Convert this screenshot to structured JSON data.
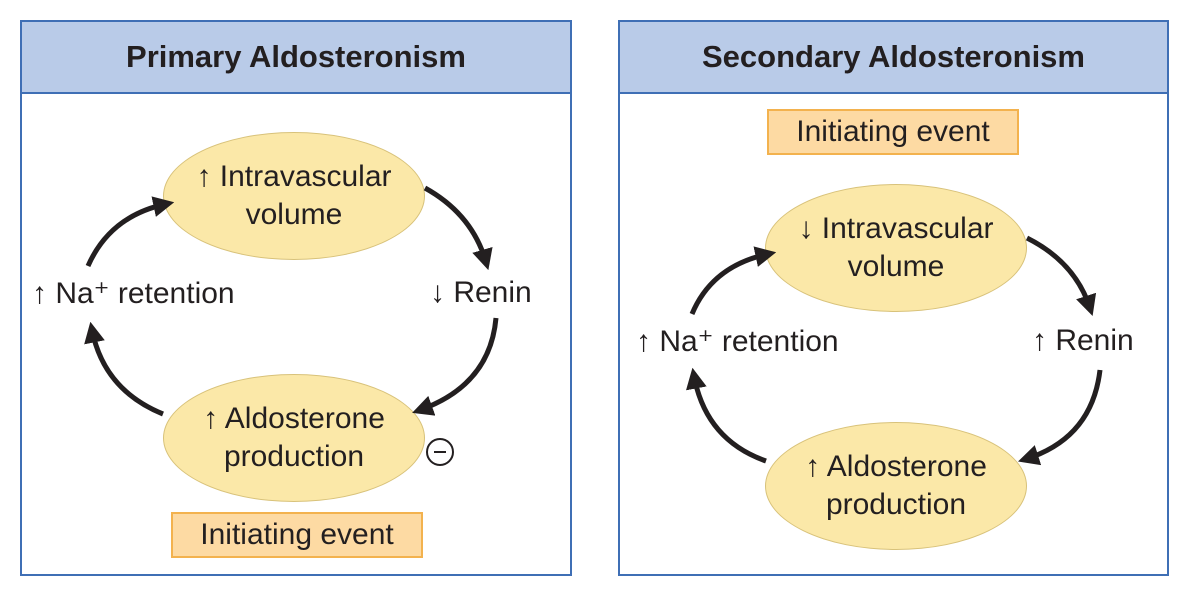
{
  "primary": {
    "title": "Primary Aldosteronism",
    "top_ellipse": {
      "line1": "↑ Intravascular",
      "line2": "volume"
    },
    "right_label": "↓ Renin",
    "bottom_ellipse": {
      "line1": "↑ Aldosterone",
      "line2": "production"
    },
    "left_label": "↑ Na⁺ retention",
    "initiating_event": "Initiating event",
    "inhibition_symbol": "minus-circle-icon"
  },
  "secondary": {
    "title": "Secondary Aldosteronism",
    "initiating_event": "Initiating event",
    "top_ellipse": {
      "line1": "↓ Intravascular",
      "line2": "volume"
    },
    "right_label": "↑ Renin",
    "bottom_ellipse": {
      "line1": "↑ Aldosterone",
      "line2": "production"
    },
    "left_label": "↑ Na⁺ retention"
  },
  "colors": {
    "panel_border": "#3f6fb5",
    "header_fill": "#b9cbe8",
    "ellipse_fill": "#fbe8a8",
    "event_fill": "#fddaa3",
    "event_border": "#f3b24e"
  }
}
